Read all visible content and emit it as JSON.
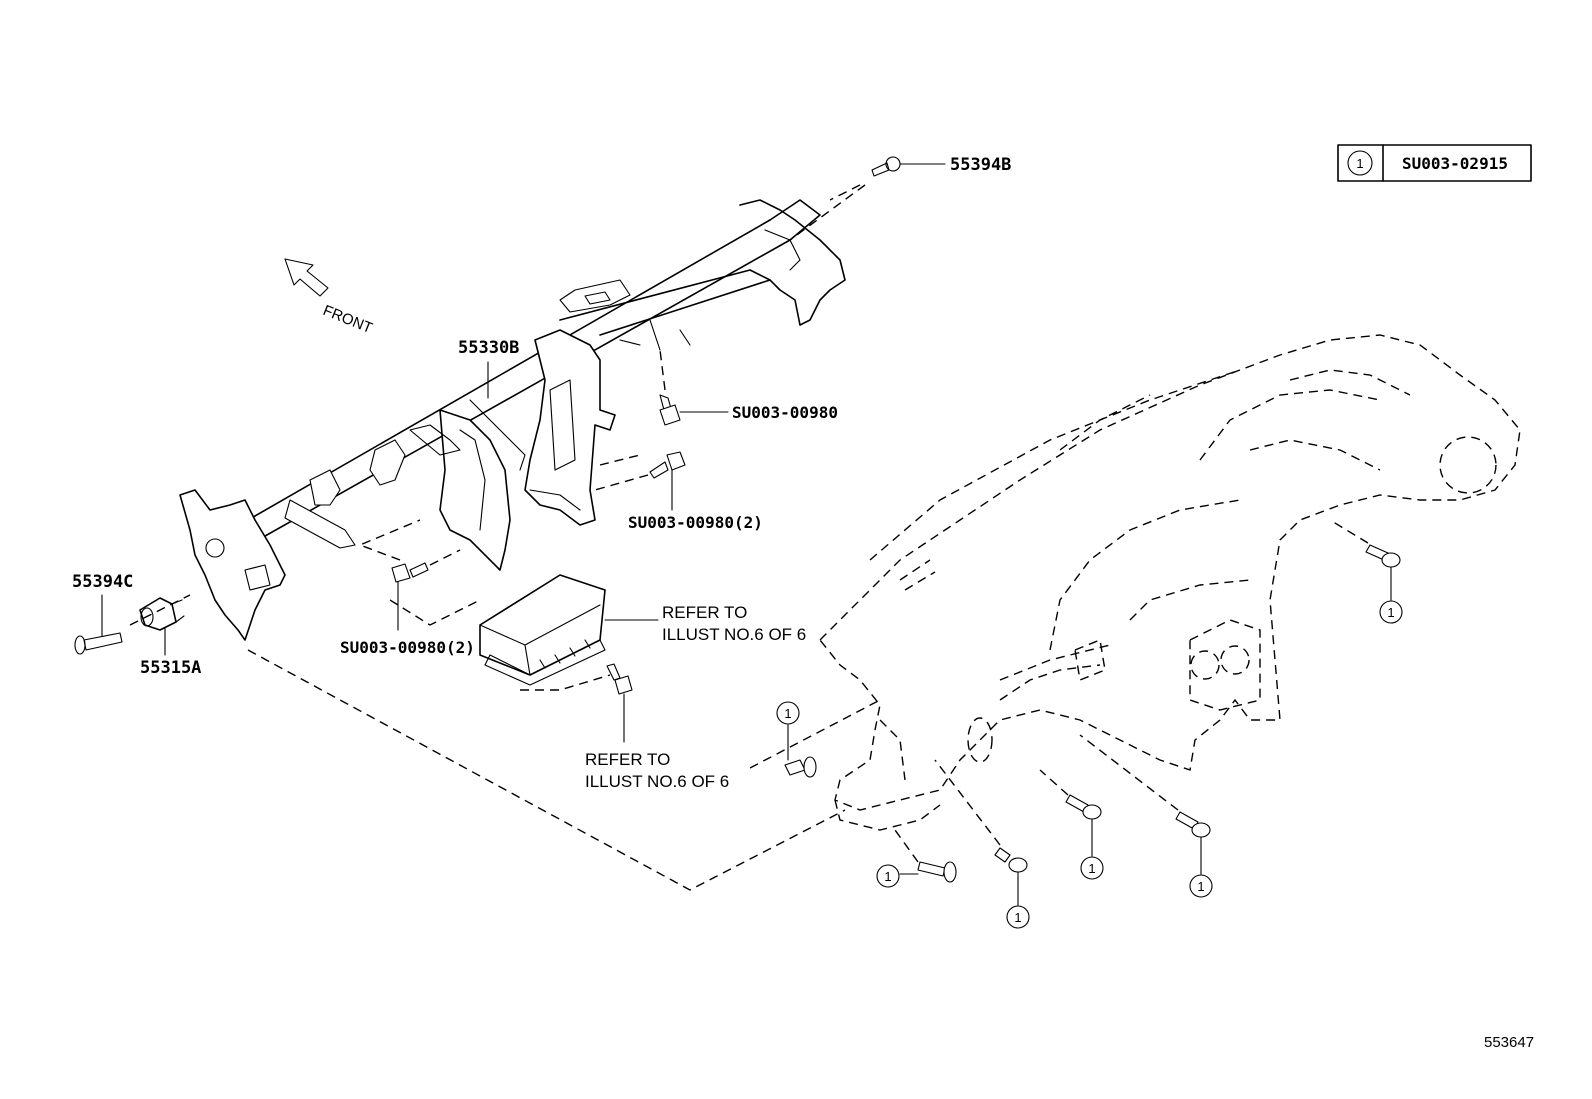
{
  "legend": {
    "symbol": "1",
    "part_number": "SU003-02915"
  },
  "front_label": "FRONT",
  "labels": {
    "bolt_top": "55394B",
    "reinforcement": "55330B",
    "bolt_left": "55394C",
    "bushing": "55315A",
    "bolt_a": "SU003-00980",
    "bolt_b": "SU003-00980(2)",
    "bolt_c": "SU003-00980(2)"
  },
  "refer_notes": {
    "airbag_line1": "REFER TO",
    "airbag_line2": "ILLUST NO.6 OF 6",
    "bolt_line1": "REFER TO",
    "bolt_line2": "ILLUST NO.6 OF 6"
  },
  "callout_symbol": "1",
  "illustration_number": "553647"
}
